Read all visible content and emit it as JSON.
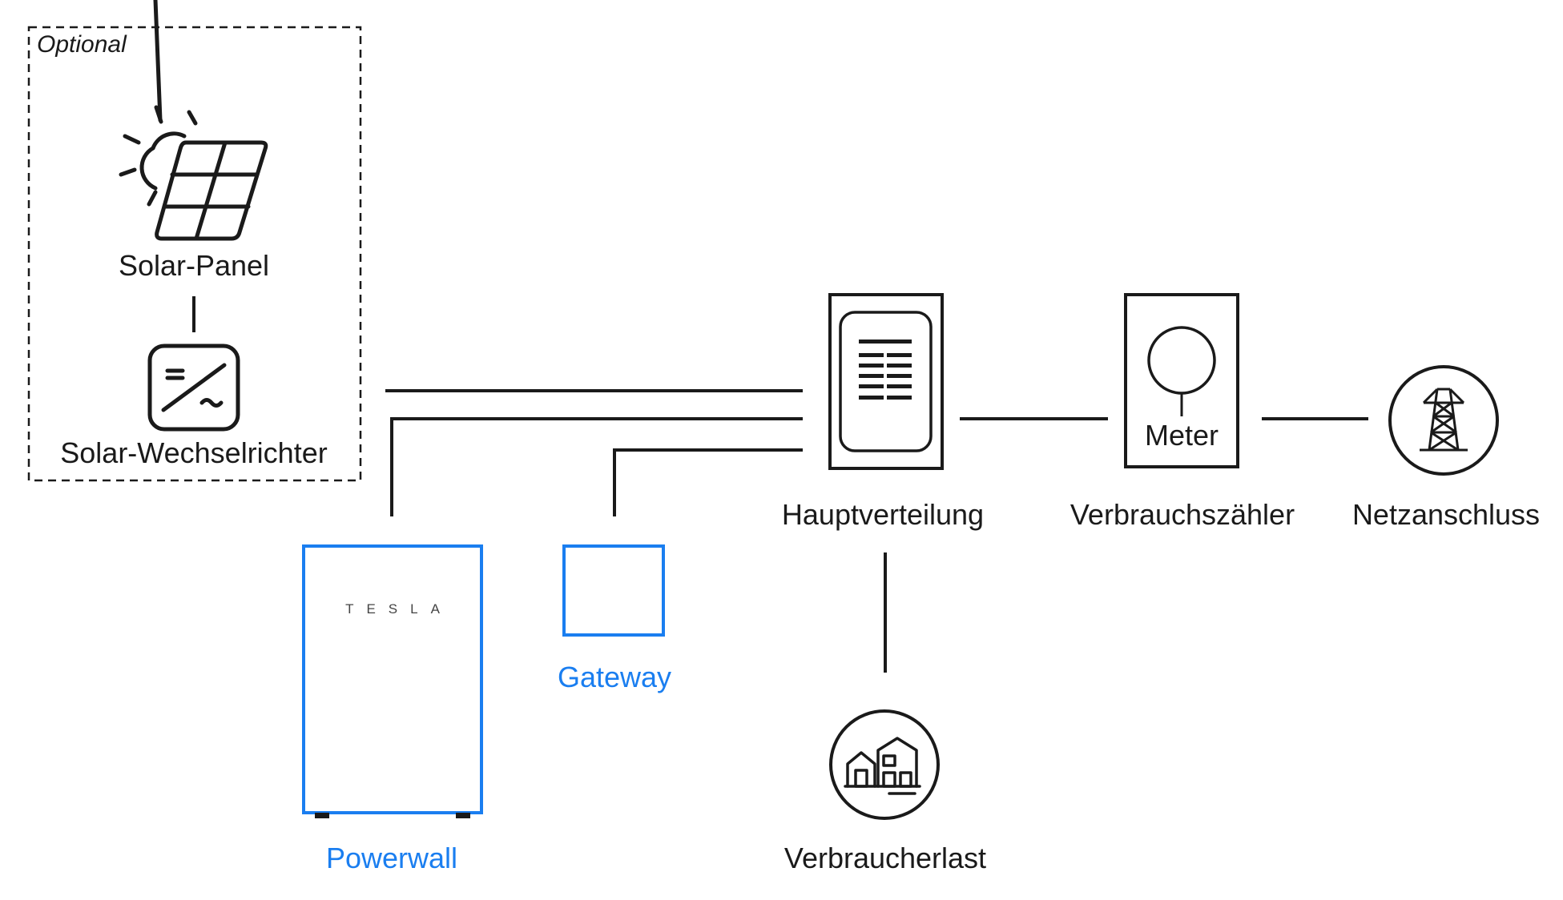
{
  "optional_group": {
    "label": "Optional"
  },
  "solar_panel": {
    "label": "Solar-Panel",
    "icon": "solar-panel-icon"
  },
  "solar_inverter": {
    "label": "Solar-Wechselrichter",
    "icon": "inverter-icon"
  },
  "powerwall": {
    "label": "Powerwall",
    "brand": "TESLA",
    "color": "#1a7ef0"
  },
  "gateway": {
    "label": "Gateway",
    "color": "#1a7ef0"
  },
  "main_panel": {
    "label": "Hauptverteilung",
    "icon": "distribution-panel-icon"
  },
  "meter": {
    "label": "Verbrauchszähler",
    "inner_label": "Meter",
    "icon": "meter-icon"
  },
  "grid": {
    "label": "Netzanschluss",
    "icon": "power-tower-icon"
  },
  "loads": {
    "label": "Verbraucherlast",
    "icon": "houses-icon"
  }
}
